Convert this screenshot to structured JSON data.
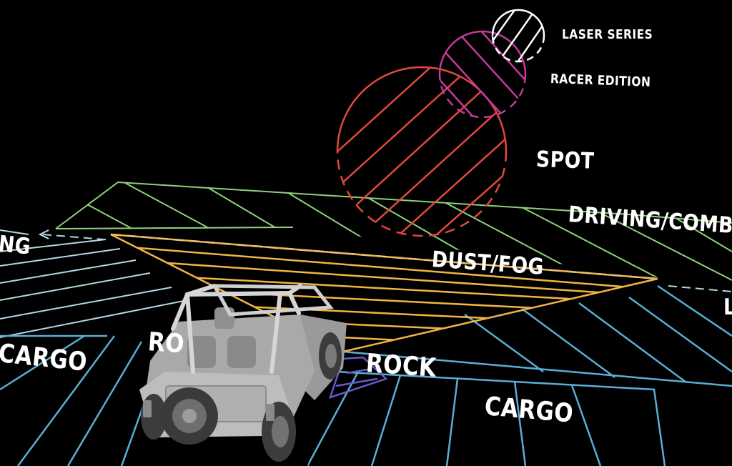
{
  "labels": {
    "laser_series": "LASER SERIES",
    "racer_edition": "RACER EDITION",
    "spot": "SPOT",
    "driving_combo": "DRIVING/COMBO",
    "dust_fog": "DUST/FOG",
    "rock_center": "ROCK",
    "rock_left_partial": "RO",
    "cargo_center": "CARGO",
    "cargo_left": "CARGO",
    "ditch_partial": "NG",
    "right_edge_partial": "L"
  },
  "colors": {
    "background": "#000000",
    "spot": "#e2483f",
    "racer": "#c53a9c",
    "laser": "#ffffff",
    "driving": "#8fd17a",
    "dust_fog": "#f1b445",
    "cargo": "#5aaed6",
    "rock": "#6a5ac9",
    "ditch": "#bfe3f0",
    "vehicle": "#b8b8b8"
  },
  "icons": {
    "vehicle": "offroad-jeep-icon"
  }
}
